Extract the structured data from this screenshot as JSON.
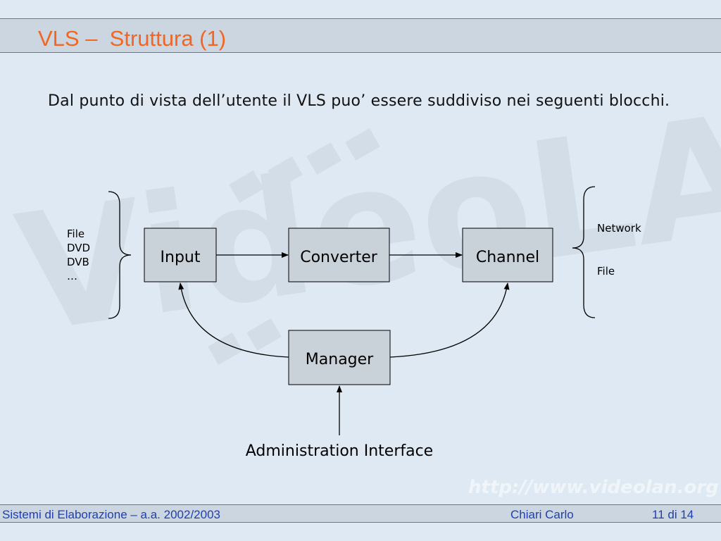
{
  "slide": {
    "title": "VLS –  Struttura (1)",
    "intro": "Dal punto di vista dell’utente il VLS puo’ essere suddiviso nei seguenti blocchi."
  },
  "watermark": {
    "logo_text": "VideoLAN",
    "url_text": "http://www.videolan.org"
  },
  "diagram": {
    "blocks": {
      "input": "Input",
      "converter": "Converter",
      "channel": "Channel",
      "manager": "Manager"
    },
    "input_sources": [
      "File",
      "DVD",
      "DVB",
      "…"
    ],
    "channel_outputs": [
      "Network",
      "File"
    ],
    "admin_label": "Administration Interface"
  },
  "footer": {
    "course": "Sistemi di Elaborazione – a.a. 2002/2003",
    "author": "Chiari Carlo",
    "page": "11 di 14"
  },
  "colors": {
    "title": "#f26522",
    "footer_text": "#1f3fb0",
    "box_fill": "#c9d1d9",
    "background": "#dfe9f3"
  }
}
